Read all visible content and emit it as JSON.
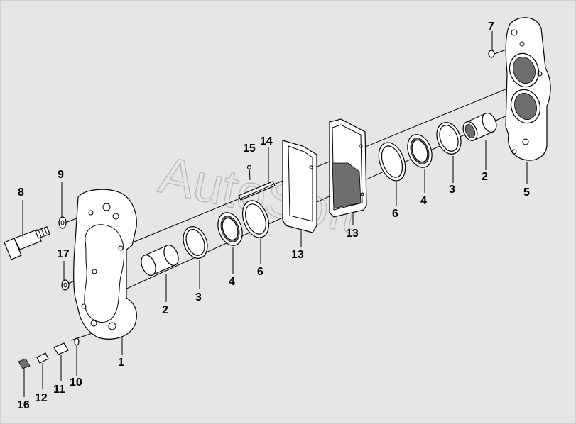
{
  "diagram": {
    "watermark": "AutoSoft",
    "callouts": {
      "c1": "1",
      "c2a": "2",
      "c2b": "2",
      "c3a": "3",
      "c3b": "3",
      "c4a": "4",
      "c4b": "4",
      "c5": "5",
      "c6a": "6",
      "c6b": "6",
      "c7": "7",
      "c8": "8",
      "c9": "9",
      "c10": "10",
      "c11": "11",
      "c12": "12",
      "c13a": "13",
      "c13b": "13",
      "c14": "14",
      "c15": "15",
      "c16": "16",
      "c17": "17"
    }
  }
}
